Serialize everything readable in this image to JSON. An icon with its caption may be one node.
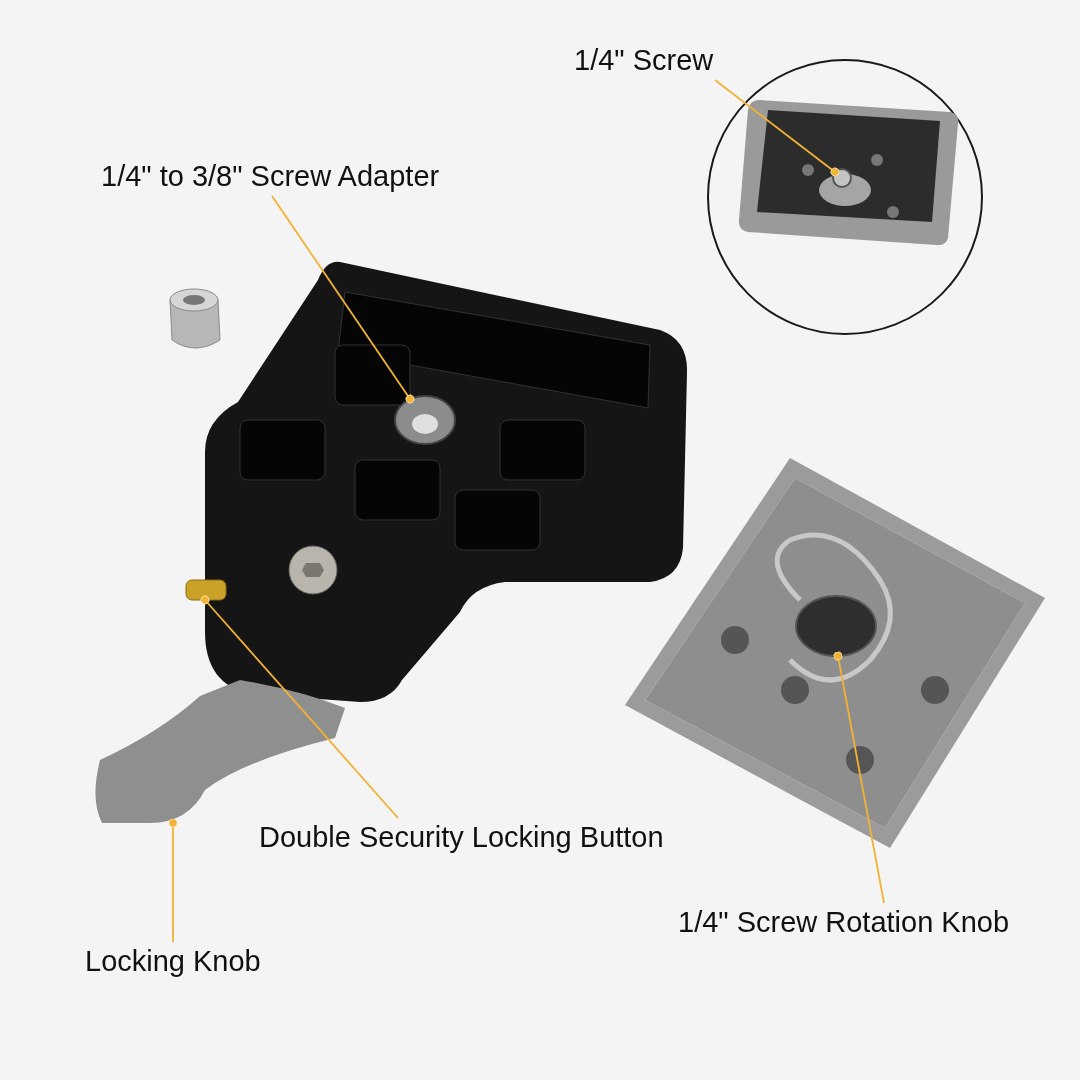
{
  "diagram": {
    "nodes": [
      {
        "text": [
          "1/4\" Screw"
        ]
      },
      {
        "text": [],
        "shape": "circle"
      },
      {
        "text": [
          "1/4\" to 3/8\" Screw Adapter"
        ]
      },
      {
        "text": [],
        "shape": "picture"
      },
      {
        "text": [
          "Double Security Locking Button"
        ]
      },
      {
        "text": [],
        "shape": "box"
      },
      {
        "text": [
          "Locking Knob"
        ]
      },
      {
        "text": [],
        "shape": "picture"
      },
      {
        "text": [
          "1/4\" Screw Rotation Knob"
        ]
      },
      {
        "text": [],
        "shape": "circle"
      }
    ],
    "edges": [
      {
        "from": 0,
        "to": 1,
        "arrow": "other"
      },
      {
        "from": 2,
        "to": 3,
        "arrow": "other"
      },
      {
        "from": 4,
        "to": 5,
        "arrow": "other"
      },
      {
        "from": 6,
        "to": 7,
        "arrow": "other"
      },
      {
        "from": 8,
        "to": 9,
        "arrow": "other"
      }
    ]
  }
}
